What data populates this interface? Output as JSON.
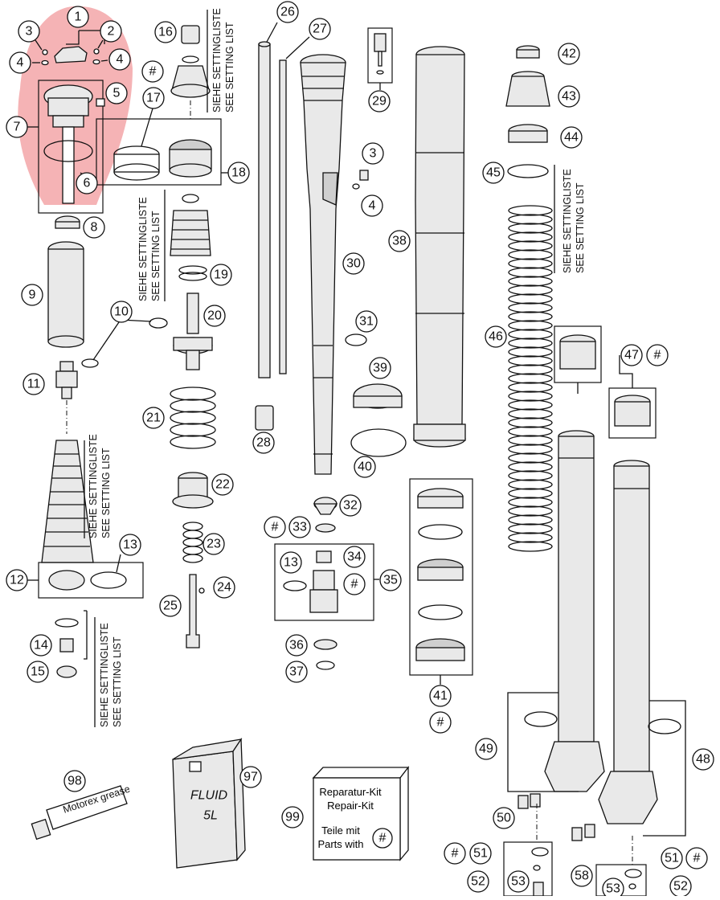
{
  "callouts": [
    "1",
    "2",
    "3",
    "4",
    "4",
    "5",
    "6",
    "7",
    "8",
    "9",
    "10",
    "11",
    "12",
    "13",
    "14",
    "15",
    "16",
    "17",
    "18",
    "19",
    "20",
    "21",
    "22",
    "23",
    "24",
    "25",
    "26",
    "27",
    "28",
    "29",
    "30",
    "31",
    "3",
    "4",
    "32",
    "33",
    "13",
    "34",
    "35",
    "36",
    "37",
    "38",
    "39",
    "40",
    "41",
    "42",
    "43",
    "44",
    "45",
    "46",
    "47",
    "48",
    "49",
    "50",
    "51",
    "52",
    "53",
    "51",
    "52",
    "53",
    "58",
    "97",
    "98",
    "99"
  ],
  "hash_symbol": "#",
  "setting_list": {
    "de": "SIEHE SETTINGLISTE",
    "en": "SEE SETTING LIST"
  },
  "repair_kit": {
    "line1": "Reparatur-Kit",
    "line2": "Repair-Kit",
    "line3": "Teile mit",
    "line4": "Parts with"
  },
  "oil_can_label": {
    "brand": "FLUID",
    "size": "5L"
  },
  "grease_tube_label": "Motorex grease",
  "colors": {
    "highlight": "#e8565a",
    "line": "#111111",
    "part_fill": "#e9e9e9"
  }
}
